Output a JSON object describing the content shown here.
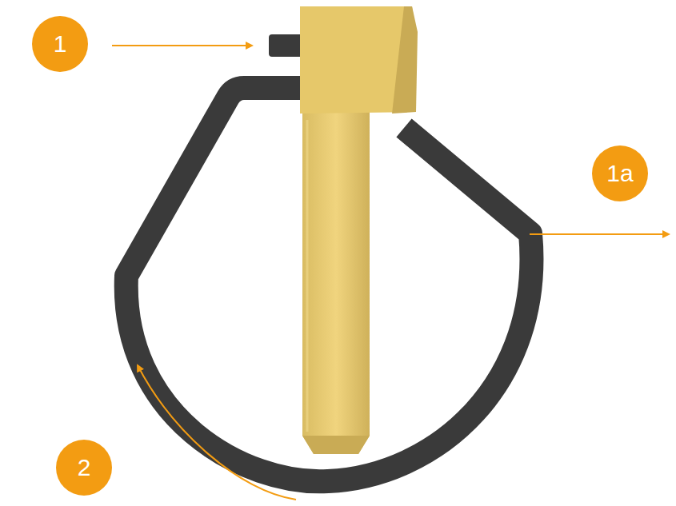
{
  "diagram": {
    "labels": [
      "1",
      "1a",
      "2"
    ]
  }
}
